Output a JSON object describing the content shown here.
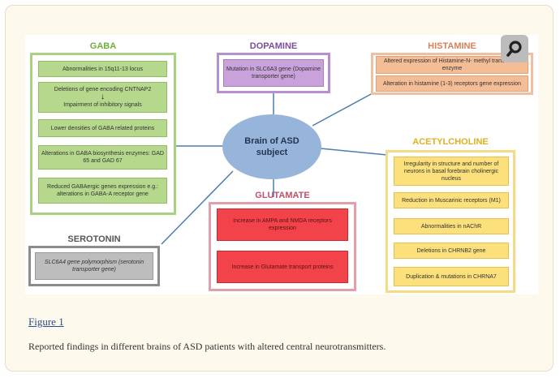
{
  "figure": {
    "link_label": "Figure 1",
    "caption": "Reported findings in different brains of ASD patients with altered central neurotransmitters."
  },
  "center": {
    "line1": "Brain of ASD",
    "line2": "subject"
  },
  "gaba": {
    "title": "GABA",
    "items": [
      "Abnormalities in  15q11-13 locus",
      "Deletions of gene encoding CNTNAP2",
      "Impairment of inhibitory signals",
      "Lower densities of GABA related proteins",
      "Alterations in  GABA biosynthesis enzymes: GAD 65 and GAD 67",
      "Reduced GABAergic genes expression   e.g.: alterations in GABA-A receptor gene"
    ]
  },
  "dopamine": {
    "title": "DOPAMINE",
    "items": [
      "Mutation in SLC6A3 gene (Dopamine transporter gene)"
    ]
  },
  "histamine": {
    "title": "HISTAMINE",
    "items": [
      "Altered expression of Histamine-N- methyl transferase enzyme",
      "Alteration in histamine (1-3) receptors gene expression"
    ]
  },
  "acetylcholine": {
    "title": "ACETYLCHOLINE",
    "items": [
      "Irregularity in structure and number of neurons in basal forebrain cholinergic nucleus",
      "Reduction in Muscarinic receptors (M1)",
      "Abnormalities in nAChR",
      "Deletions in CHRNB2 gene",
      "Duplication & mutations in CHRNA7"
    ]
  },
  "glutamate": {
    "title": "GLUTAMATE",
    "items": [
      "Increase in AMPA and NMDA receptors expression",
      "Increase in Glutamate transport proteins"
    ]
  },
  "serotonin": {
    "title": "SEROTONIN",
    "items": [
      "SLC6A4 gene polymorphism (serotonin transporter gene)"
    ]
  },
  "colors": {
    "gaba": "#93c967",
    "dopamine": "#a777c4",
    "histamine": "#eab087",
    "acetylcholine": "#f2d46a",
    "glutamate": "#d98088",
    "serotonin": "#8c8c8c",
    "connector": "#4c7db1",
    "center": "#97b4da"
  },
  "icons": {
    "zoom": "zoom-magnifier-icon",
    "arrow": "down-arrow-icon"
  }
}
